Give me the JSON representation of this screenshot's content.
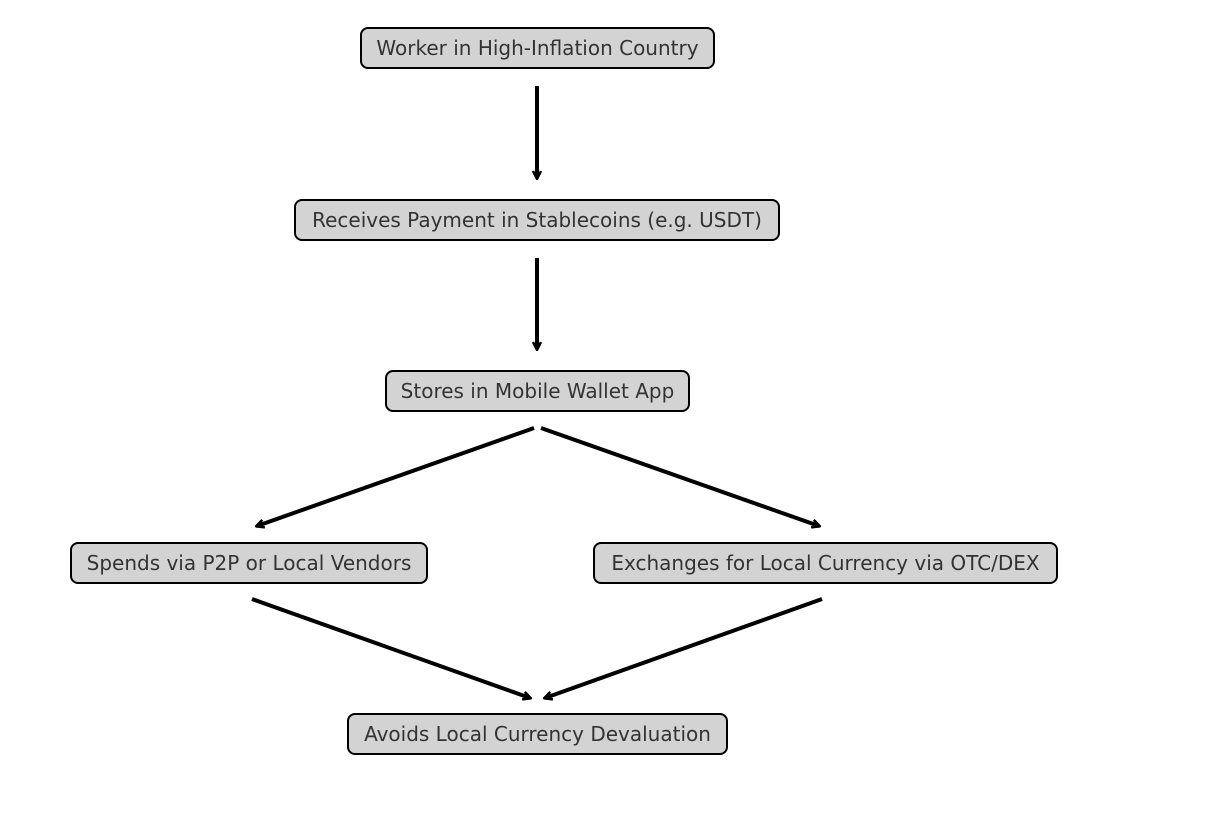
{
  "diagram": {
    "nodes": {
      "worker": "Worker in High-Inflation Country",
      "payment": "Receives Payment in Stablecoins (e.g. USDT)",
      "wallet": "Stores in Mobile Wallet App",
      "spend": "Spends via P2P or Local Vendors",
      "exchange": "Exchanges for Local Currency via OTC/DEX",
      "outcome": "Avoids Local Currency Devaluation"
    },
    "edges": [
      {
        "from": "worker",
        "to": "payment"
      },
      {
        "from": "payment",
        "to": "wallet"
      },
      {
        "from": "wallet",
        "to": "spend"
      },
      {
        "from": "wallet",
        "to": "exchange"
      },
      {
        "from": "spend",
        "to": "outcome"
      },
      {
        "from": "exchange",
        "to": "outcome"
      }
    ],
    "colors": {
      "node_fill": "#d3d3d3",
      "node_border": "#000000",
      "text": "#333333",
      "arrow": "#000000"
    }
  }
}
